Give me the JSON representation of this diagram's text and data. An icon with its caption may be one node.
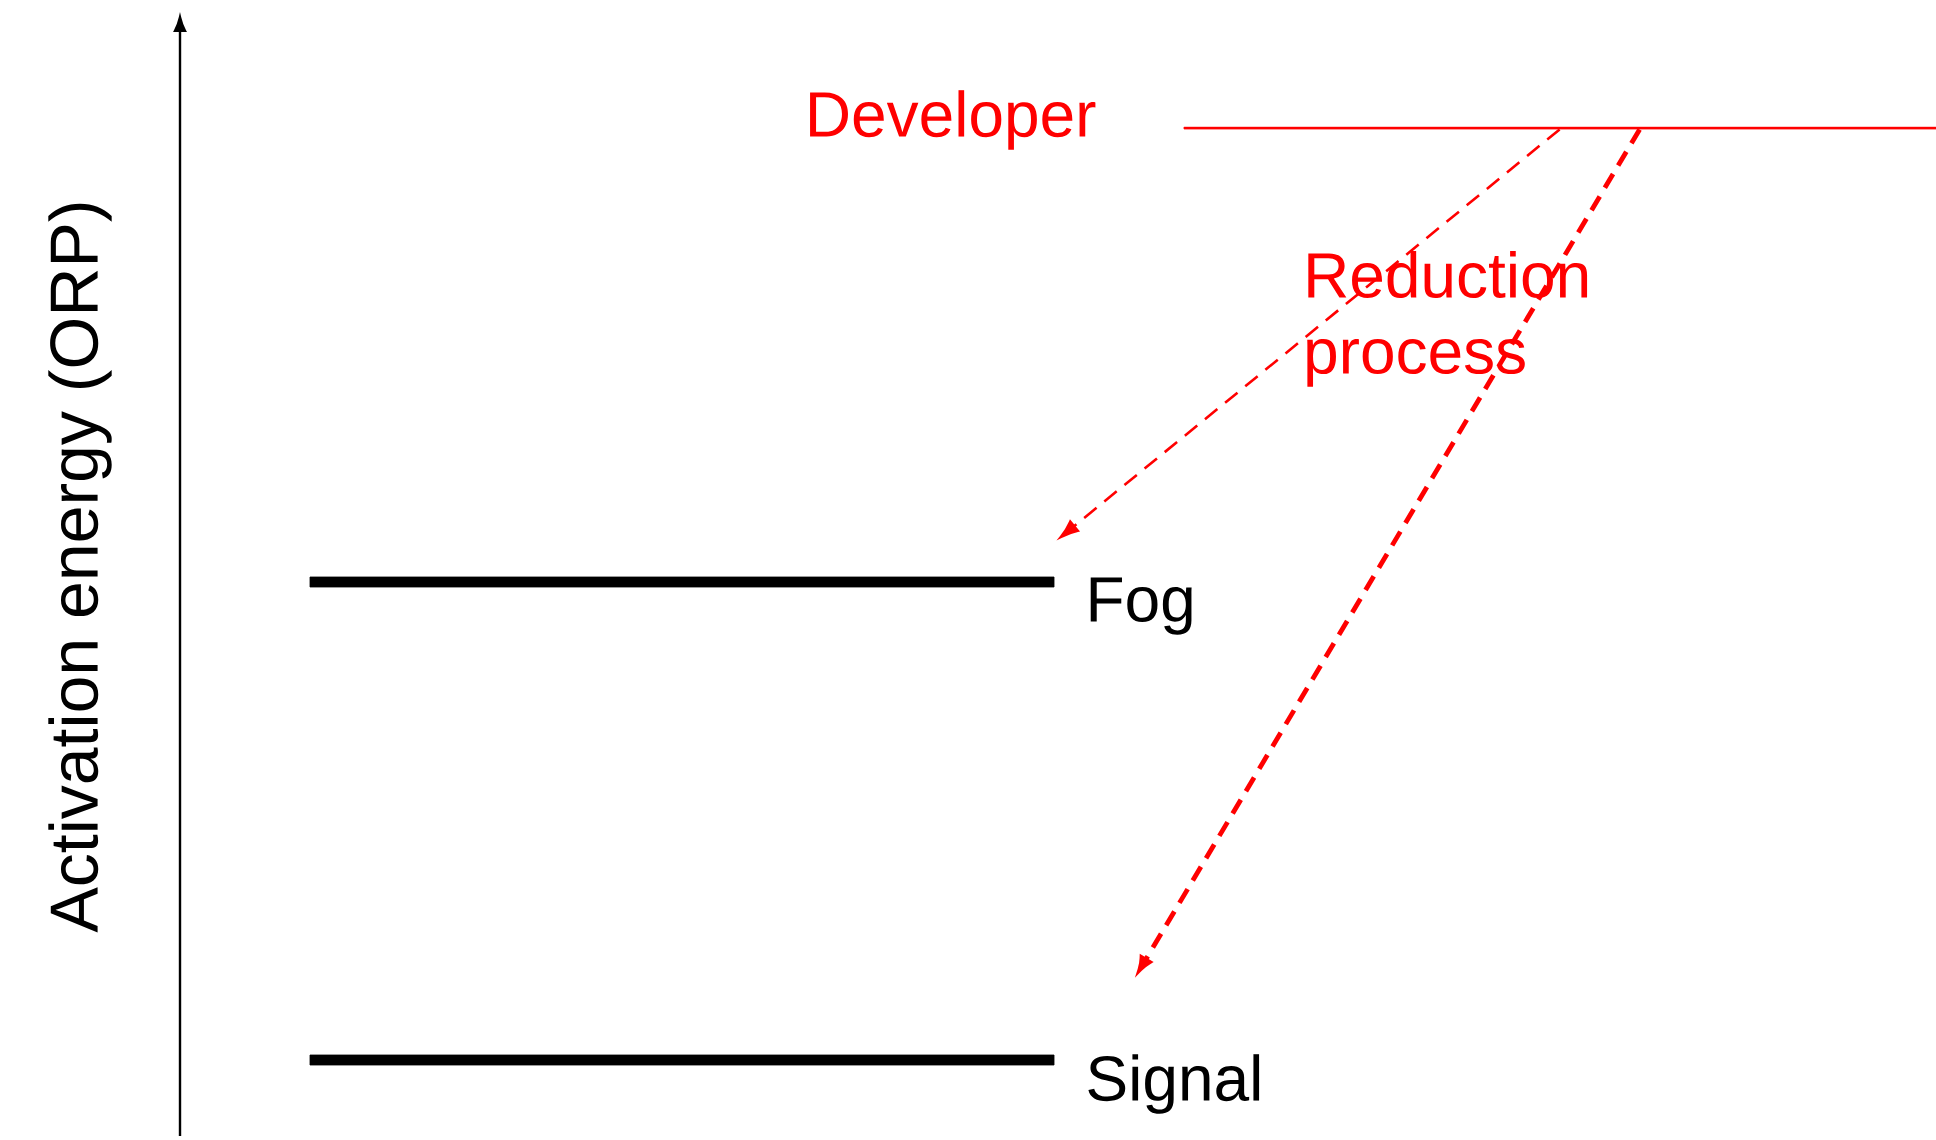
{
  "diagram": {
    "nodes": [
      {
        "text": [
          "Developer"
        ]
      },
      {
        "text": [
          "Fog"
        ]
      },
      {
        "text": [
          "Signal"
        ]
      }
    ],
    "edges": [
      {
        "from": 0,
        "to": 1,
        "arrow": "to",
        "style": "dashed",
        "color": "#ff0000"
      },
      {
        "from": 0,
        "to": 2,
        "arrow": "to",
        "style": "dashed",
        "color": "#ff0000"
      }
    ],
    "labels": [
      "Activation energy (ORP)",
      "Reduction process"
    ]
  }
}
